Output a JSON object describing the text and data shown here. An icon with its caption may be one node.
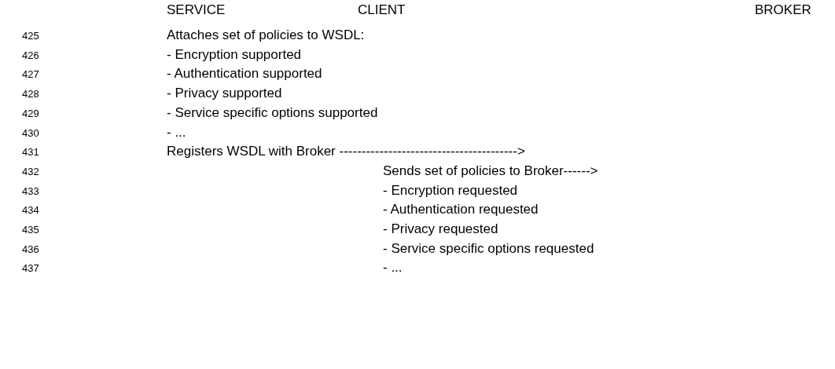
{
  "diagram": {
    "labels": [
      "SERVICE",
      "CLIENT",
      "BROKER",
      "425",
      "Attaches set of policies to WSDL:",
      "426",
      "- Encryption supported",
      "427",
      "- Authentication supported",
      "428",
      "- Privacy supported",
      "429",
      "- Service specific options supported",
      "430",
      "- ...",
      "431",
      "Registers WSDL with Broker ---------------------------------------->",
      "432",
      "Sends set of policies to Broker------>",
      "433",
      "- Encryption requested",
      "434",
      "- Authentication requested",
      "435",
      "- Privacy requested",
      "436",
      "- Service specific options requested",
      "437",
      "- ..."
    ]
  }
}
